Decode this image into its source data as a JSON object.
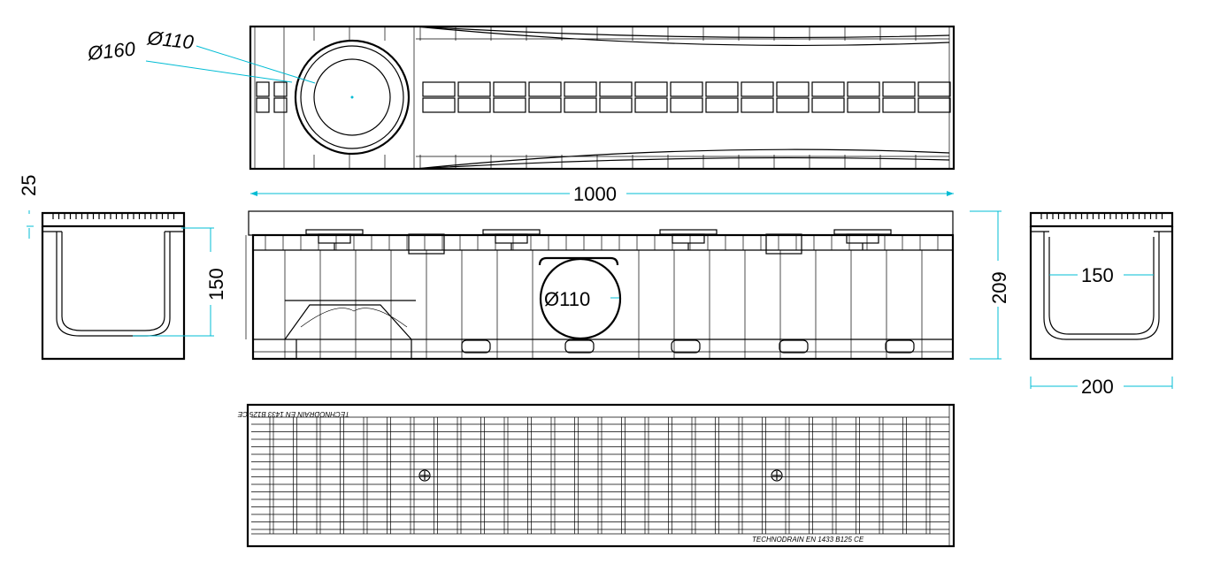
{
  "labels": {
    "pipe_outer": "Ø160",
    "pipe_inner": "Ø110",
    "length": "1000",
    "height": "209",
    "grate_thickness": "25",
    "channel_depth": "150",
    "outlet_diameter": "Ø110",
    "inner_width": "150",
    "outer_width": "200",
    "grate_stamp": "TECHNODRAIN EN 1433 B125 CE"
  },
  "colors": {
    "dimension": "#00bcd4",
    "line": "#000000"
  }
}
